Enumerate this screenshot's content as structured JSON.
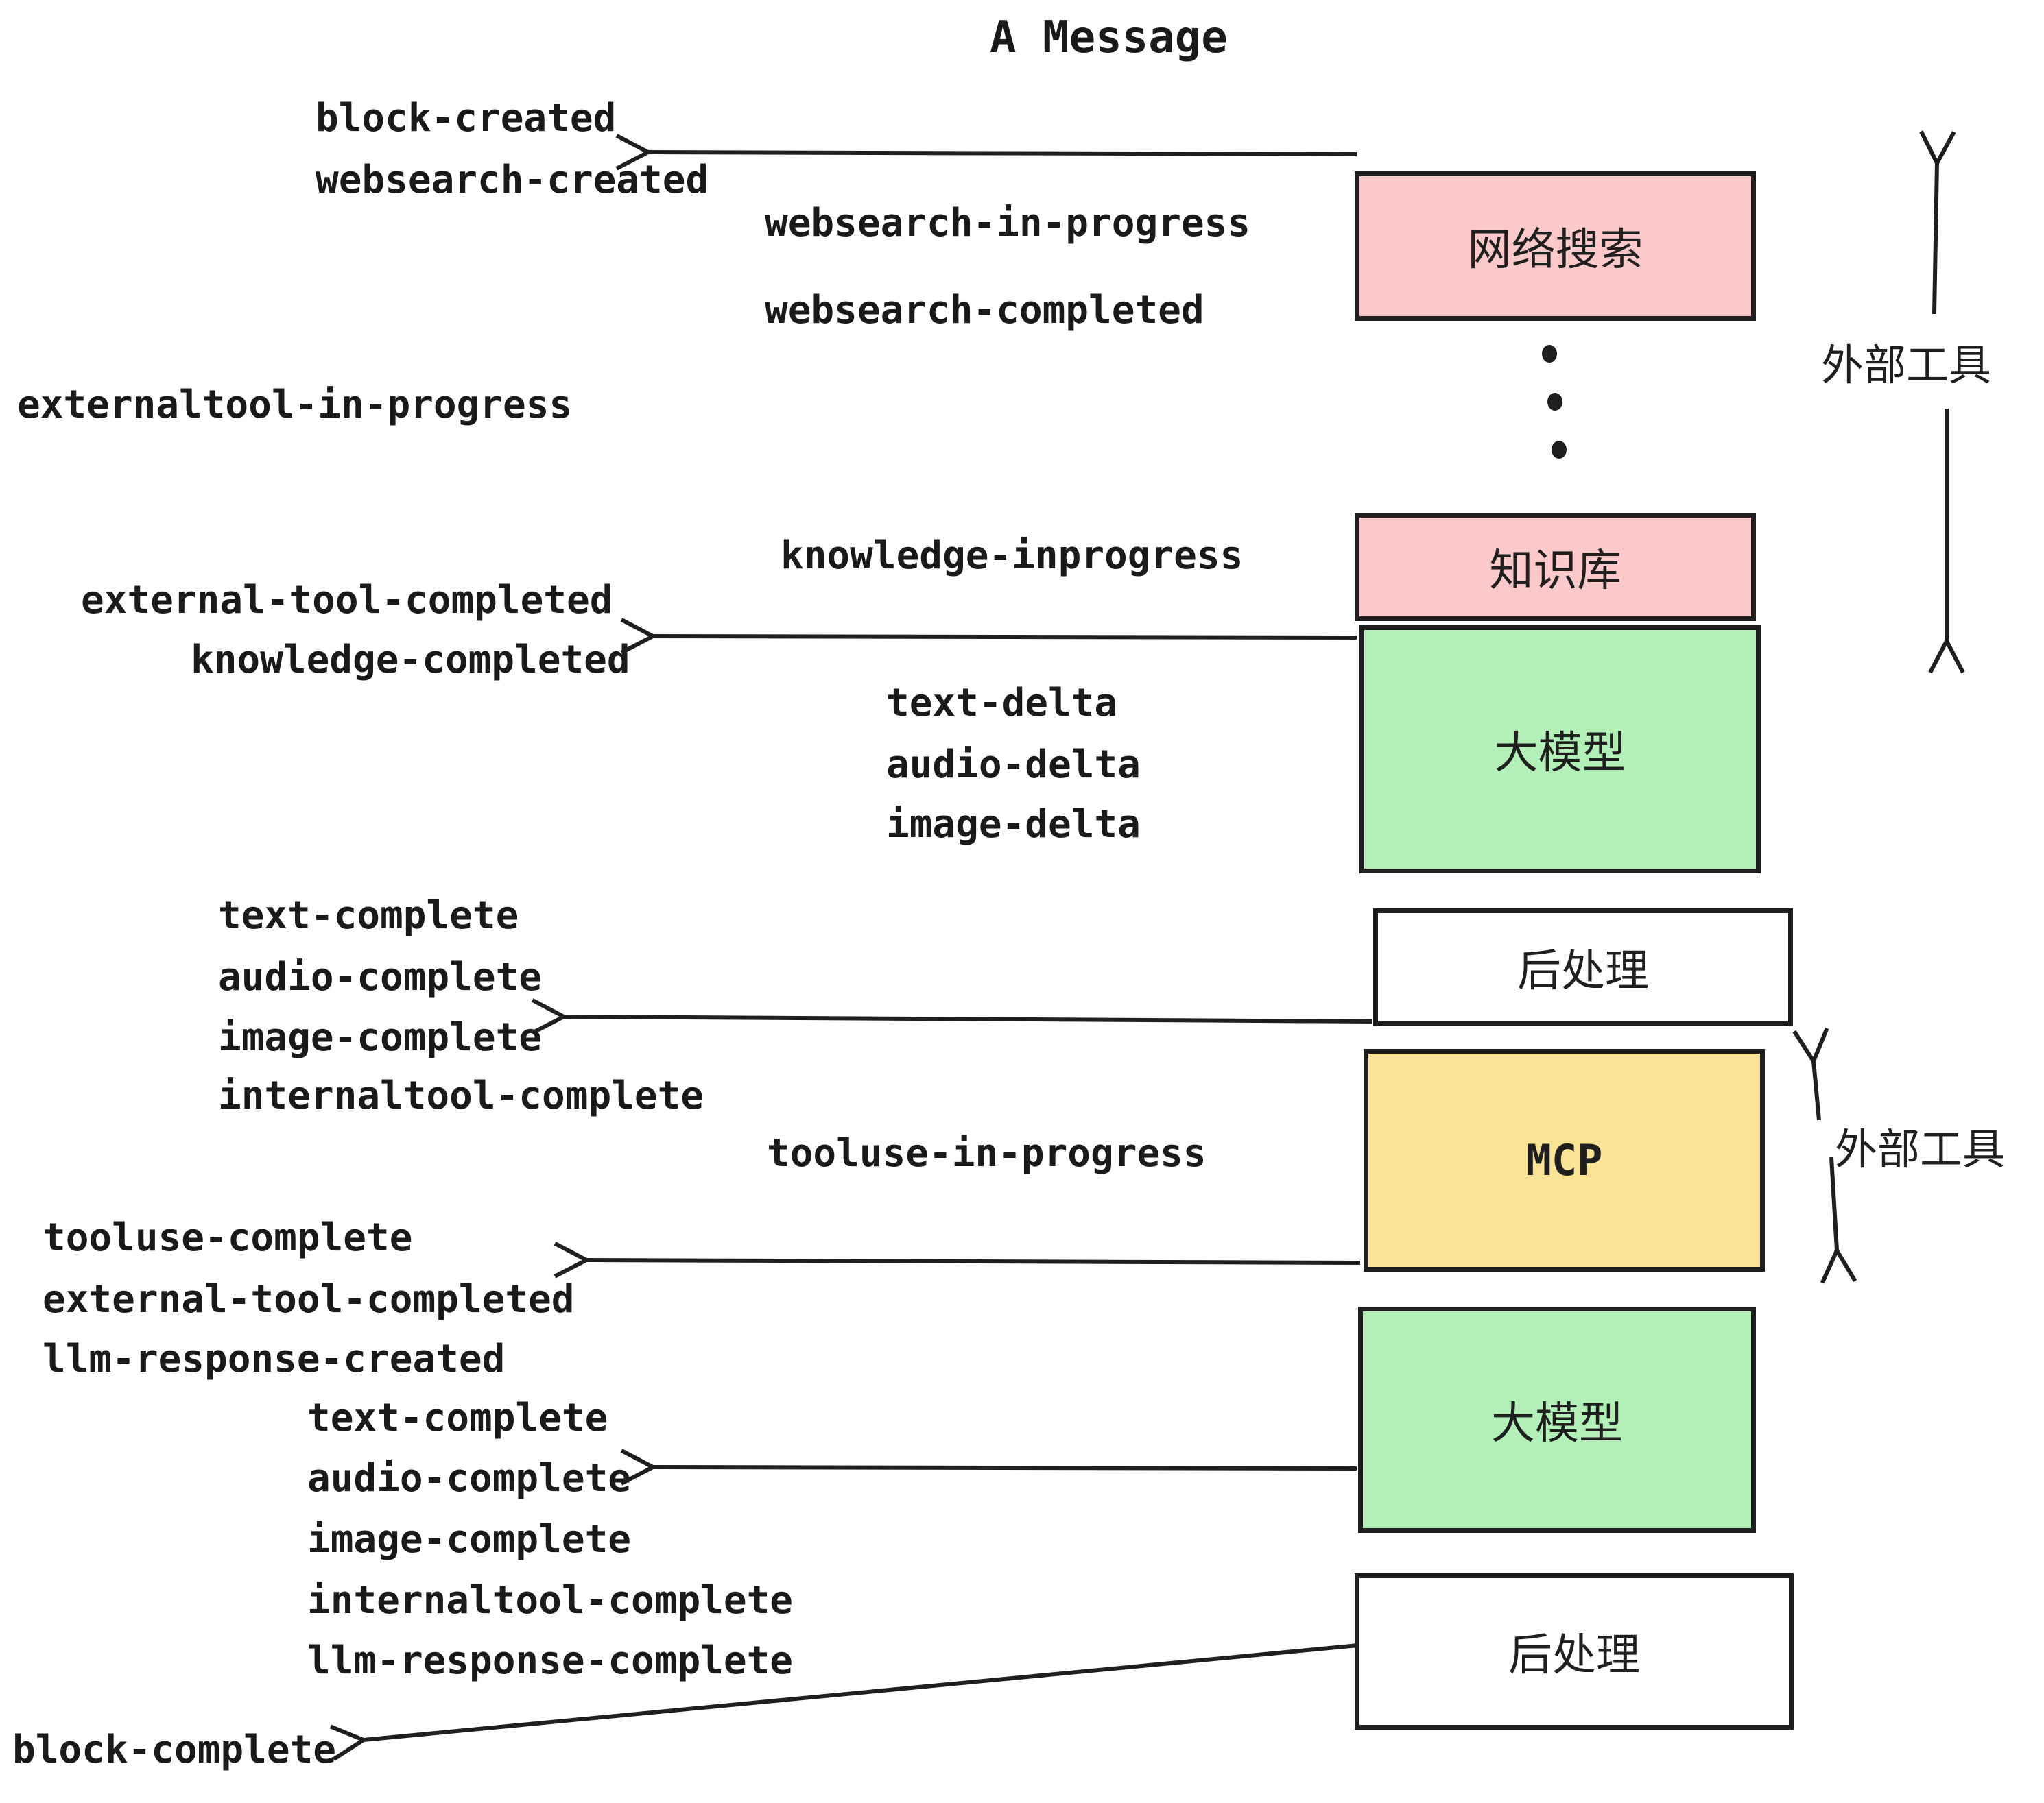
{
  "title": "A Message",
  "events": {
    "block_created": "block-created",
    "websearch_created": "websearch-created",
    "websearch_in_progress": "websearch-in-progress",
    "websearch_completed": "websearch-completed",
    "externaltool_in_progress": "externaltool-in-progress",
    "external_tool_completed": "external-tool-completed",
    "knowledge_completed": "knowledge-completed",
    "knowledge_inprogress": "knowledge-inprogress",
    "text_delta": "text-delta",
    "audio_delta": "audio-delta",
    "image_delta": "image-delta",
    "text_complete": "text-complete",
    "audio_complete": "audio-complete",
    "image_complete": "image-complete",
    "internaltool_complete": "internaltool-complete",
    "tooluse_in_progress": "tooluse-in-progress",
    "tooluse_complete": "tooluse-complete",
    "external_tool_completed_2": "external-tool-completed",
    "llm_response_created": "llm-response-created",
    "text_complete_2": "text-complete",
    "audio_complete_2": "audio-complete",
    "image_complete_2": "image-complete",
    "internaltool_complete_2": "internaltool-complete",
    "llm_response_complete": "llm-response-complete",
    "block_complete": "block-complete"
  },
  "boxes": {
    "websearch": {
      "label": "网络搜索",
      "color": "#fbc9c9"
    },
    "knowledge": {
      "label": "知识库",
      "color": "#fbc9c9"
    },
    "llm1": {
      "label": "大模型",
      "color": "#b2f0b8"
    },
    "post1": {
      "label": "后处理",
      "color": "#ffffff"
    },
    "mcp": {
      "label": "MCP",
      "color": "#fae394"
    },
    "llm2": {
      "label": "大模型",
      "color": "#b2f0b8"
    },
    "post2": {
      "label": "后处理",
      "color": "#ffffff"
    }
  },
  "annotations": {
    "external_tools_top": "外部工具",
    "external_tools_mcp": "外部工具"
  },
  "colors": {
    "ink": "#1f1f1f",
    "pink": "#fbc9c9",
    "green": "#b2f0b8",
    "yellow": "#fae394",
    "background": "#ffffff"
  }
}
